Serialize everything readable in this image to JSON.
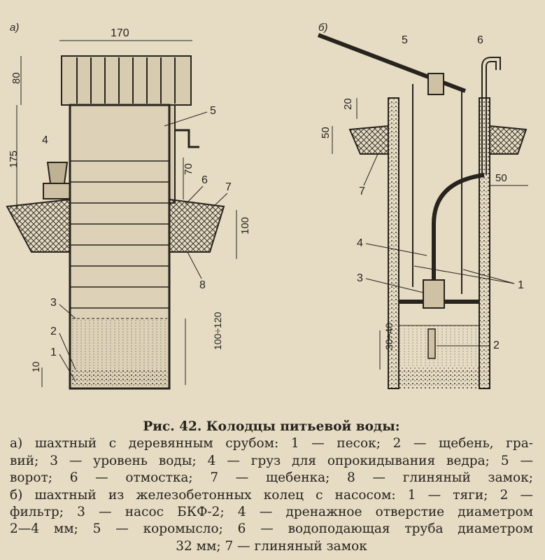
{
  "figure_a": {
    "panel_label": "а)",
    "dims": {
      "width": "170",
      "top_height": "80",
      "frame_height": "175",
      "ring_height": "70",
      "clay_depth": "100",
      "sand_layer": "10",
      "water_depth": "100÷120"
    },
    "callouts": [
      "1",
      "2",
      "3",
      "4",
      "5",
      "6",
      "7",
      "8"
    ]
  },
  "figure_b": {
    "panel_label": "б)",
    "dims": {
      "top": "20",
      "clay_depth": "50",
      "clay_width": "50",
      "filter_depth": "30÷40"
    },
    "callouts": [
      "1",
      "2",
      "3",
      "4",
      "5",
      "6",
      "7"
    ]
  },
  "caption": {
    "title": "Рис. 42. Колодцы питьевой воды:",
    "lines": [
      "а) шахтный с деревянным срубом: 1 — песок; 2 — щебень, гра-",
      "вий; 3 — уровень воды; 4 — груз для опрокидывания ведра; 5 —",
      "ворот; 6 — отмостка; 7 — щебенка; 8 — глиняный замок;",
      "б) шахтный из железобетонных колец с насосом: 1 — тяги; 2 —",
      "фильтр; 3 — насос БКФ-2; 4 — дренажное отверстие диаметром",
      "2—4 мм; 5 — коромысло; 6 — водоподающая труба диаметром",
      "32 мм; 7 — глиняный замок"
    ]
  }
}
